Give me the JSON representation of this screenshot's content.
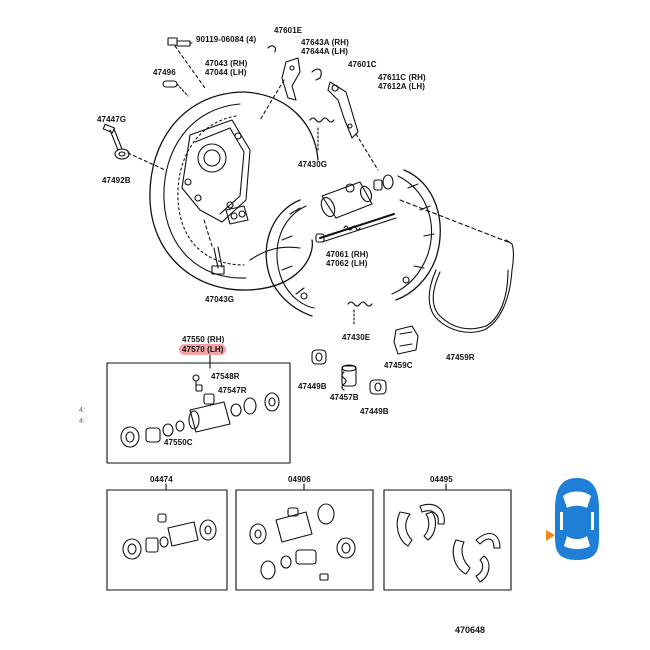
{
  "labels": {
    "bolt_top": "90119-06084",
    "bolt_top_qty": "(4)",
    "p47601E": "47601E",
    "p47643A": "47643A (RH)",
    "p47644A": "47644A (LH)",
    "p47043": "47043 (RH)",
    "p47044": "47044 (LH)",
    "p47496": "47496",
    "p47601C": "47601C",
    "p47611C": "47611C (RH)",
    "p47612A": "47612A (LH)",
    "p47447G": "47447G",
    "p47492B": "47492B",
    "p47430G": "47430G",
    "p47061": "47061 (RH)",
    "p47062": "47062 (LH)",
    "p47043G": "47043G",
    "p47430E": "47430E",
    "p47550": "47550 (RH)",
    "p47570": "47570 (LH)",
    "p47548R": "47548R",
    "p47547R": "47547R",
    "p47550C": "47550C",
    "p47449B_left": "47449B",
    "p47457B": "47457B",
    "p47449B_right": "47449B",
    "p47459C": "47459C",
    "p47459R": "47459R",
    "kit_04474": "04474",
    "kit_04906": "04906",
    "kit_04495": "04495",
    "frag1": "4:",
    "frag2": "4:",
    "diagram_ref": "470648"
  },
  "colors": {
    "highlight": "#f3a3a6",
    "car_icon": "#1f7fd6",
    "marker": "#f08a1c"
  }
}
